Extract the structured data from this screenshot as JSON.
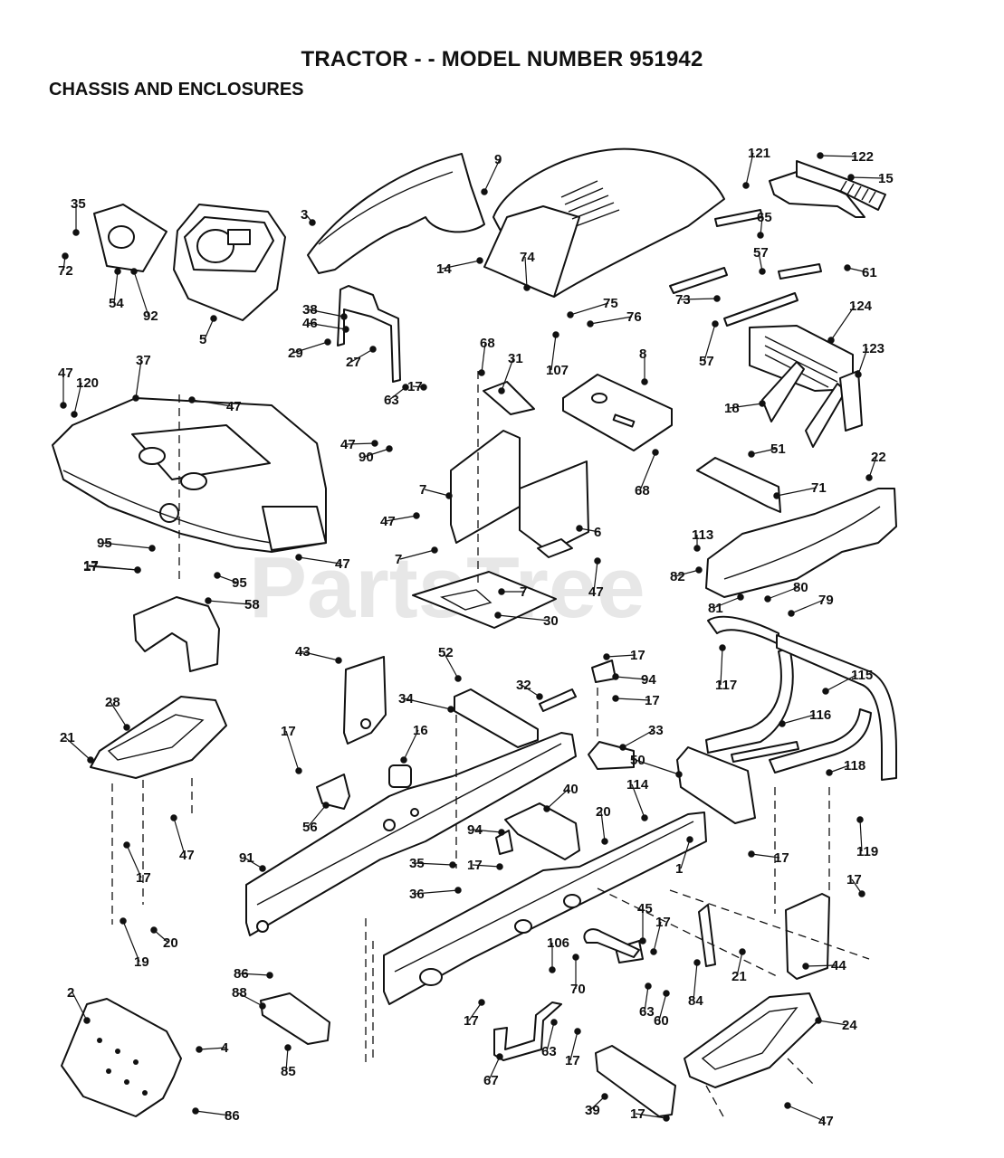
{
  "header": {
    "title": "TRACTOR - - MODEL NUMBER 951942",
    "subtitle": "CHASSIS AND ENCLOSURES"
  },
  "watermark": "PartsTree",
  "callouts": [
    "35",
    "72",
    "54",
    "92",
    "5",
    "3",
    "9",
    "14",
    "74",
    "75",
    "76",
    "107",
    "121",
    "122",
    "15",
    "61",
    "65",
    "57",
    "73",
    "57",
    "124",
    "123",
    "18",
    "38",
    "46",
    "29",
    "27",
    "63",
    "17",
    "68",
    "31",
    "8",
    "37",
    "47",
    "120",
    "47",
    "47",
    "90",
    "68",
    "7",
    "47",
    "6",
    "51",
    "71",
    "22",
    "95",
    "17",
    "95",
    "17",
    "58",
    "7",
    "7",
    "30",
    "47",
    "47",
    "113",
    "82",
    "81",
    "80",
    "79",
    "43",
    "52",
    "34",
    "32",
    "17",
    "94",
    "17",
    "33",
    "115",
    "117",
    "116",
    "28",
    "21",
    "16",
    "17",
    "56",
    "47",
    "17",
    "50",
    "118",
    "40",
    "114",
    "20",
    "94",
    "35",
    "17",
    "91",
    "36",
    "1",
    "17",
    "17",
    "119",
    "20",
    "19",
    "45",
    "17",
    "106",
    "70",
    "21",
    "44",
    "86",
    "88",
    "84",
    "63",
    "60",
    "2",
    "4",
    "85",
    "17",
    "67",
    "63",
    "17",
    "24",
    "39",
    "17",
    "86",
    "47"
  ]
}
